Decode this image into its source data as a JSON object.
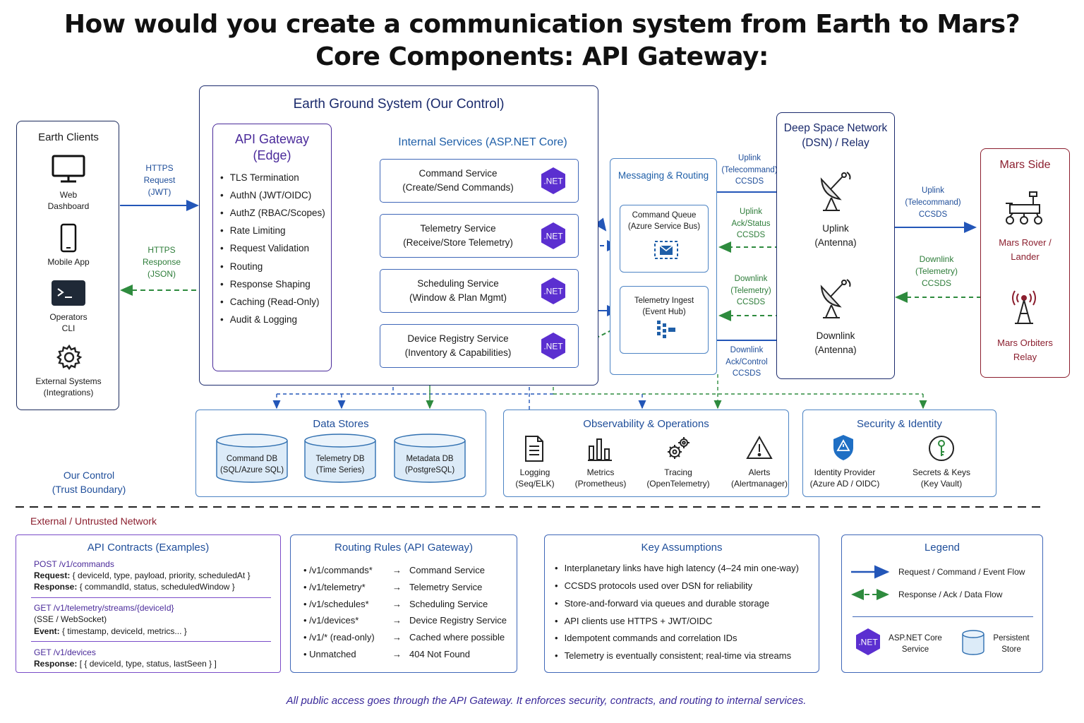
{
  "title": {
    "line1": "How would you create a communication system from Earth to Mars?",
    "line2": "Core Components: API Gateway:"
  },
  "earth_clients": {
    "title": "Earth Clients",
    "items": [
      {
        "label": "Web\nDashboard",
        "icon": "monitor-icon"
      },
      {
        "label": "Mobile App",
        "icon": "phone-icon"
      },
      {
        "label": "Operators\nCLI",
        "icon": "terminal-icon"
      },
      {
        "label": "External Systems\n(Integrations)",
        "icon": "gear-icon"
      }
    ]
  },
  "client_arrows": {
    "request": "HTTPS\nRequest\n(JWT)",
    "response": "HTTPS\nResponse\n(JSON)"
  },
  "ground_system": {
    "title": "Earth Ground System (Our Control)",
    "gateway_title": "API Gateway\n(Edge)",
    "gateway_items": [
      "TLS Termination",
      "AuthN (JWT/OIDC)",
      "AuthZ (RBAC/Scopes)",
      "Rate Limiting",
      "Request Validation",
      "Routing",
      "Response Shaping",
      "Caching (Read-Only)",
      "Audit & Logging"
    ],
    "internal_title": "Internal Services (ASP.NET Core)",
    "services": [
      {
        "name": "Command Service\n(Create/Send Commands)",
        "badge": ".NET"
      },
      {
        "name": "Telemetry Service\n(Receive/Store Telemetry)",
        "badge": ".NET"
      },
      {
        "name": "Scheduling Service\n(Window & Plan Mgmt)",
        "badge": ".NET"
      },
      {
        "name": "Device Registry Service\n(Inventory & Capabilities)",
        "badge": ".NET"
      }
    ]
  },
  "messaging": {
    "title": "Messaging & Routing",
    "queue": "Command Queue\n(Azure Service Bus)",
    "ingest": "Telemetry Ingest\n(Event Hub)"
  },
  "dsn_arrows": {
    "uplink_cmd": "Uplink\n(Telecommand)\nCCSDS",
    "uplink_ack": "Uplink\nAck/Status\nCCSDS",
    "downlink_tel": "Downlink\n(Telemetry)\nCCSDS",
    "downlink_ack": "Downlink\nAck/Control\nCCSDS"
  },
  "dsn": {
    "title": "Deep Space Network\n(DSN) / Relay",
    "uplink": "Uplink\n(Antenna)",
    "downlink": "Downlink\n(Antenna)"
  },
  "mars_arrows": {
    "uplink": "Uplink\n(Telecommand)\nCCSDS",
    "downlink": "Downlink\n(Telemetry)\nCCSDS"
  },
  "mars": {
    "title": "Mars Side",
    "rover": "Mars Rover /\nLander",
    "orbiters": "Mars Orbiters\nRelay"
  },
  "trust": {
    "our_control": "Our Control\n(Trust Boundary)",
    "external": "External / Untrusted Network"
  },
  "data_stores": {
    "title": "Data Stores",
    "items": [
      "Command DB\n(SQL/Azure SQL)",
      "Telemetry DB\n(Time Series)",
      "Metadata DB\n(PostgreSQL)"
    ]
  },
  "observability": {
    "title": "Observability & Operations",
    "items": [
      {
        "label": "Logging\n(Seq/ELK)",
        "icon": "document-icon"
      },
      {
        "label": "Metrics\n(Prometheus)",
        "icon": "bar-chart-icon"
      },
      {
        "label": "Tracing\n(OpenTelemetry)",
        "icon": "gears-icon"
      },
      {
        "label": "Alerts\n(Alertmanager)",
        "icon": "warning-icon"
      }
    ]
  },
  "security": {
    "title": "Security & Identity",
    "items": [
      {
        "label": "Identity Provider\n(Azure AD / OIDC)",
        "icon": "shield-icon"
      },
      {
        "label": "Secrets & Keys\n(Key Vault)",
        "icon": "key-icon"
      }
    ]
  },
  "api_contracts": {
    "title": "API Contracts (Examples)",
    "blocks": [
      {
        "endpoint": "POST /v1/commands",
        "lines": [
          [
            "Request:",
            " { deviceId, type, payload, priority, scheduledAt }"
          ],
          [
            "Response:",
            " { commandId, status, scheduledWindow }"
          ]
        ]
      },
      {
        "endpoint": "GET /v1/telemetry/streams/{deviceId}",
        "lines": [
          [
            "",
            "(SSE / WebSocket)"
          ],
          [
            "Event:",
            " { timestamp, deviceId, metrics... }"
          ]
        ]
      },
      {
        "endpoint": "GET /v1/devices",
        "lines": [
          [
            "Response:",
            " [ { deviceId, type, status, lastSeen } ]"
          ]
        ]
      }
    ]
  },
  "routing_rules": {
    "title": "Routing Rules (API Gateway)",
    "rows": [
      [
        "/v1/commands*",
        "Command Service"
      ],
      [
        "/v1/telemetry*",
        "Telemetry Service"
      ],
      [
        "/v1/schedules*",
        "Scheduling Service"
      ],
      [
        "/v1/devices*",
        "Device Registry Service"
      ],
      [
        "/v1/* (read-only)",
        "Cached where possible"
      ],
      [
        "Unmatched",
        "404 Not Found"
      ]
    ]
  },
  "assumptions": {
    "title": "Key Assumptions",
    "items": [
      "Interplanetary links have high latency (4–24 min one-way)",
      "CCSDS protocols used over DSN for reliability",
      "Store-and-forward via queues and durable storage",
      "API clients use HTTPS + JWT/OIDC",
      "Idempotent commands and correlation IDs",
      "Telemetry is eventually consistent; real-time via streams"
    ]
  },
  "legend": {
    "title": "Legend",
    "request": "Request / Command / Event Flow",
    "response": "Response / Ack / Data Flow",
    "net_badge": ".NET",
    "service": "ASP.NET Core\nService",
    "store": "Persistent\nStore"
  },
  "footer": "All public access goes through the API Gateway. It enforces security, contracts, and routing to internal services.",
  "colors": {
    "request": "#2356b8",
    "response": "#2e8b3e",
    "net": "#5b2fd0",
    "mars": "#8b1e2e"
  }
}
